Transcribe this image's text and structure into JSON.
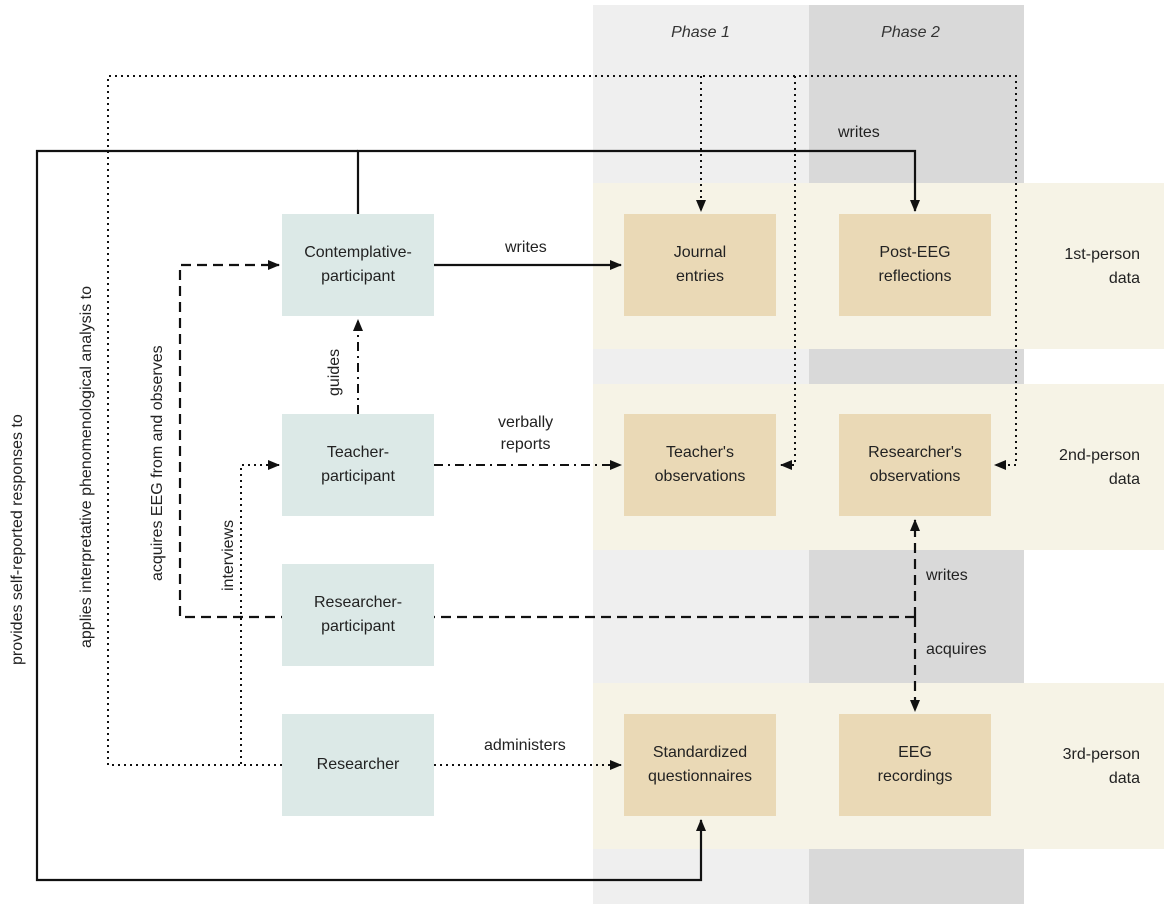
{
  "phases": [
    "Phase 1",
    "Phase 2"
  ],
  "actors": {
    "contemplative": "Contemplative-\nparticipant",
    "teacher": "Teacher-\nparticipant",
    "researcher_participant": "Researcher-\nparticipant",
    "researcher": "Researcher"
  },
  "data_boxes": {
    "journal": "Journal\nentries",
    "post_eeg": "Post-EEG\nreflections",
    "teacher_obs": "Teacher's\nobservations",
    "researcher_obs": "Researcher's\nobservations",
    "questionnaires": "Standardized\nquestionnaires",
    "eeg": "EEG\nrecordings"
  },
  "tiers": {
    "first": "1st-person\ndata",
    "second": "2nd-person\ndata",
    "third": "3rd-person\ndata"
  },
  "edge_labels": {
    "writes_journal": "writes",
    "writes_post": "writes",
    "guides": "guides",
    "verbally_reports": "verbally\nreports",
    "writes_researcher": "writes",
    "acquires": "acquires",
    "administers": "administers",
    "interviews": "interviews",
    "acquires_eeg": "acquires EEG from and observes",
    "applies_ipa": "applies interpretative phenomenological analysis to",
    "provides_self": "provides self-reported responses to"
  },
  "colors": {
    "actor_fill": "#dce9e7",
    "data_fill": "#ead9b6",
    "phase1_fill": "#efefef",
    "phase2_fill": "#d9d9d9",
    "band_fill": "#f6f3e6"
  }
}
